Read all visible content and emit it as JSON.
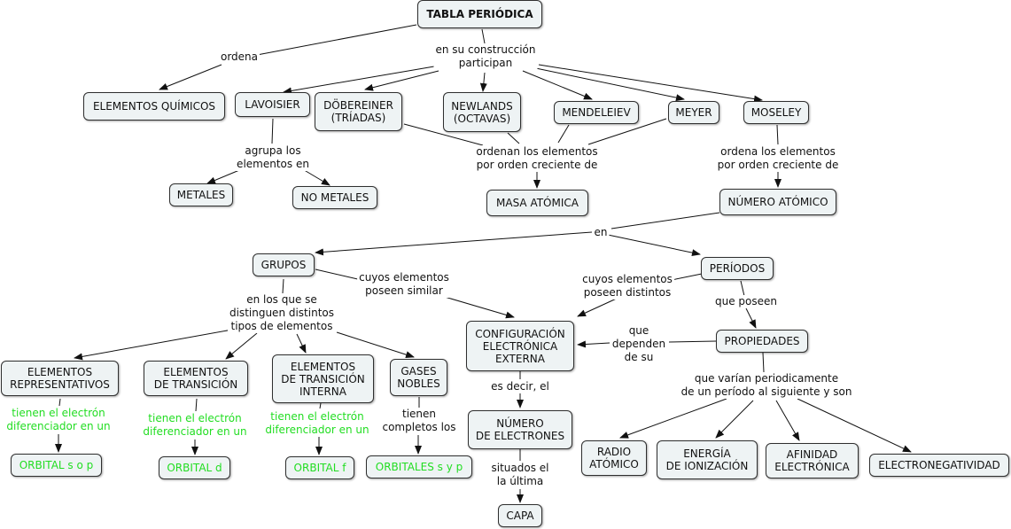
{
  "nodes": {
    "tabla": "TABLA PERIÓDICA",
    "elementos_quimicos": "ELEMENTOS QUÍMICOS",
    "lavoisier": "LAVOISIER",
    "dobereiner": "DÖBEREINER\n(TRÍADAS)",
    "newlands": "NEWLANDS\n(OCTAVAS)",
    "mendeleiev": "MENDELEIEV",
    "meyer": "MEYER",
    "moseley": "MOSELEY",
    "metales": "METALES",
    "no_metales": "NO METALES",
    "masa_atomica": "MASA ATÓMICA",
    "numero_atomico": "NÚMERO ATÓMICO",
    "grupos": "GRUPOS",
    "periodos": "PERÍODOS",
    "config": "CONFIGURACIÓN\nELECTRÓNICA\nEXTERNA",
    "propiedades": "PROPIEDADES",
    "representativos": "ELEMENTOS\nREPRESENTATIVOS",
    "transicion": "ELEMENTOS\nDE TRANSICIÓN",
    "transicion_interna": "ELEMENTOS\nDE TRANSICIÓN\nINTERNA",
    "gases_nobles": "GASES\nNOBLES",
    "numero_electrones": "NÚMERO\nDE ELECTRONES",
    "radio": "RADIO\nATÓMICO",
    "energia": "ENERGÍA\nDE IONIZACIÓN",
    "afinidad": "AFINIDAD\nELECTRÓNICA",
    "electronegatividad": "ELECTRONEGATIVIDAD",
    "orbital_sp": "ORBITAL s o p",
    "orbital_d": "ORBITAL d",
    "orbital_f": "ORBITAL f",
    "orbitales_sp": "ORBITALES s y p",
    "capa": "CAPA"
  },
  "links": {
    "ordena": "ordena",
    "construccion": "en su construcción\nparticipan",
    "agrupa": "agrupa los\nelementos en",
    "ordenan_masa": "ordenan los elementos\npor orden creciente de",
    "ordena_numero": "ordena los elementos\npor orden creciente de",
    "en": "en",
    "similar": "cuyos elementos\nposeen similar",
    "distintos": "cuyos elementos\nposeen distintos",
    "distinguen": "en los que se\ndistinguen distintos\ntipos de elementos",
    "que_poseen": "que poseen",
    "dependen": "que\ndependen\nde su",
    "es_decir": "es decir, el",
    "varian": "que varían periodicamente\nde un período al siguiente y son",
    "situados": "situados el\nla última",
    "electron_1": "tienen el electrón\ndiferenciador en un",
    "electron_2": "tienen el electrón\ndiferenciador en un",
    "electron_3": "tienen el electrón\ndiferenciador en un",
    "completos": "tienen\ncompletos los"
  },
  "colors": {
    "node_fill": "#eef3f4",
    "node_border": "#2f2f2f",
    "line": "#111111",
    "green_text": "#22dd22"
  }
}
